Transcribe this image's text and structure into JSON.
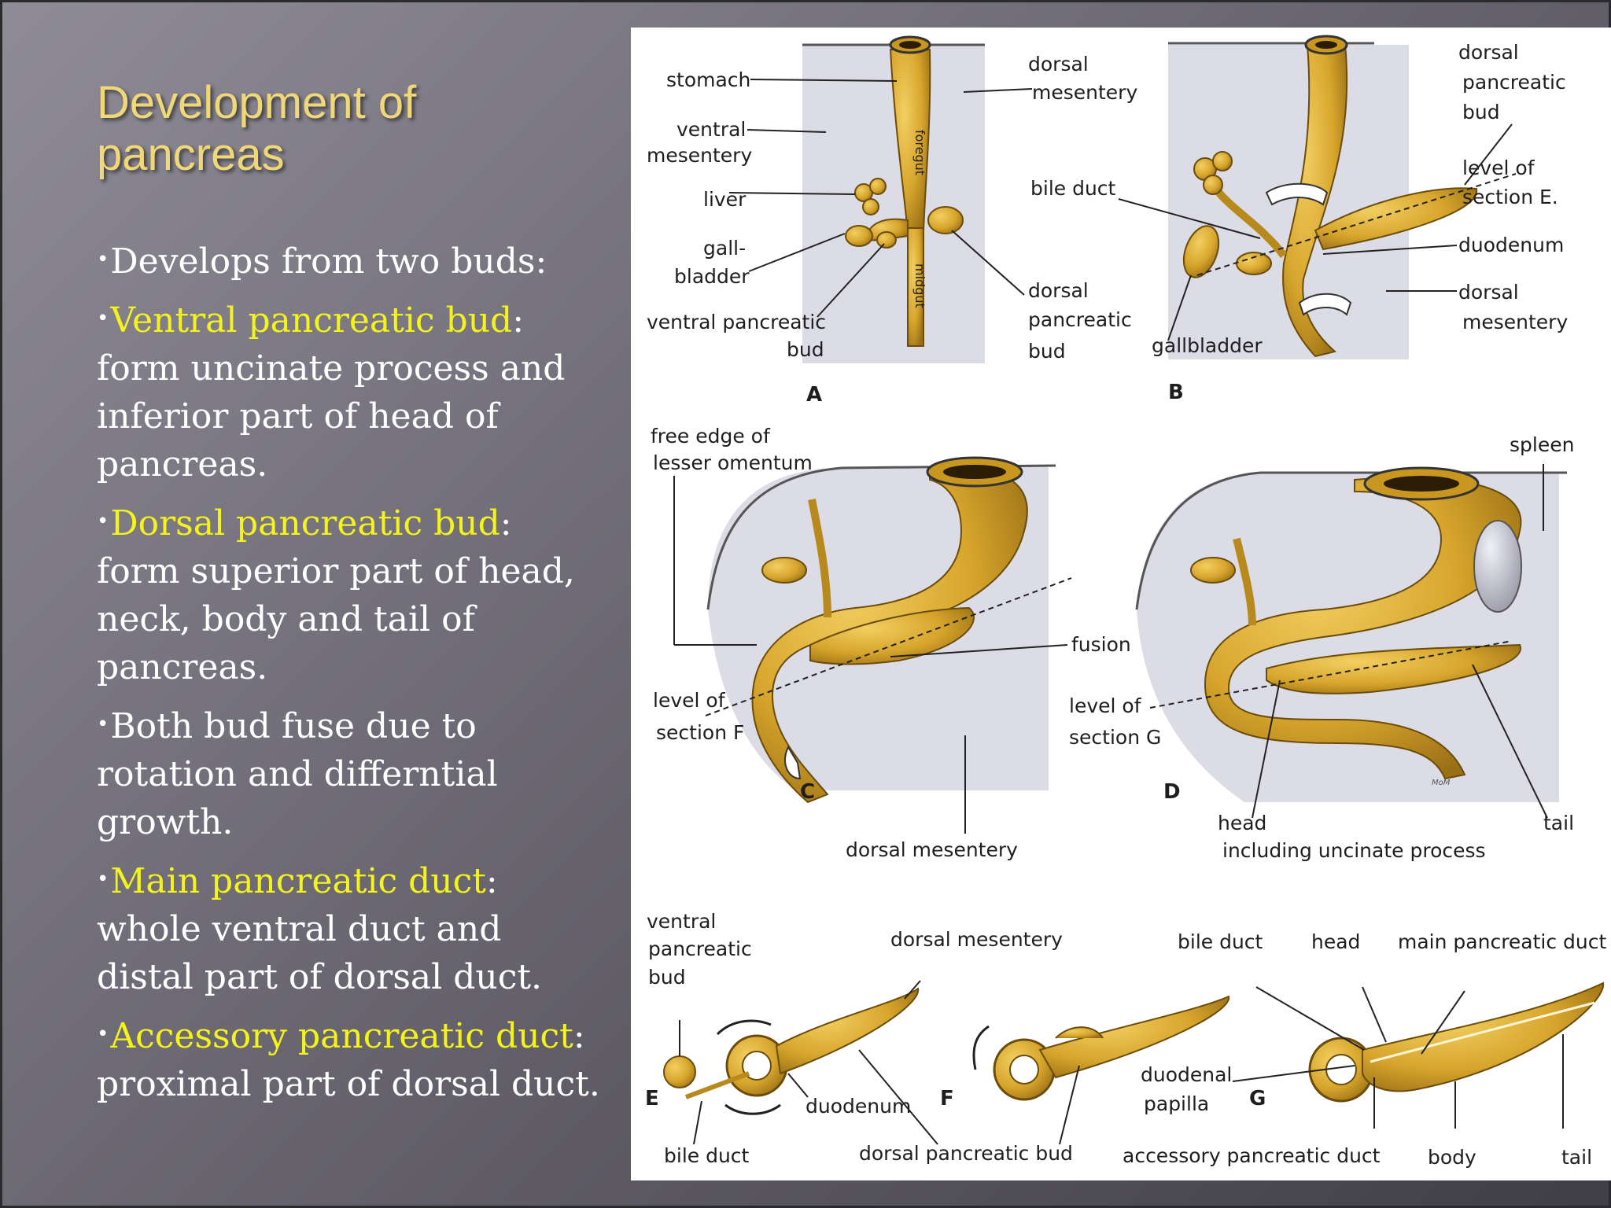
{
  "slide": {
    "title_line1": "Development of",
    "title_line2": "pancreas",
    "bullet_char": "•",
    "bullets": [
      {
        "highlight": "",
        "rest": "Develops from two buds:"
      },
      {
        "highlight": "Ventral pancreatic bud",
        "rest": ": form uncinate process and inferior part of head of pancreas."
      },
      {
        "highlight": "Dorsal pancreatic bud",
        "rest": ": form superior part of head, neck, body and tail of pancreas."
      },
      {
        "highlight": "",
        "rest": "Both bud fuse due to rotation and differntial growth."
      },
      {
        "highlight": "Main pancreatic duct",
        "rest": ": whole ventral duct and distal part of dorsal duct."
      },
      {
        "highlight": "Accessory pancreatic duct",
        "rest": ": proximal part of dorsal duct."
      }
    ]
  },
  "figure": {
    "panels": [
      "A",
      "B",
      "C",
      "D",
      "E",
      "F",
      "G"
    ],
    "foregut_vertical": "foregut",
    "midgut_vertical": "midgut",
    "labels": {
      "stomach": "stomach",
      "ventral_mesentery_1": "ventral",
      "ventral_mesentery_2": "mesentery",
      "liver": "liver",
      "gallbladder_a_1": "gall-",
      "gallbladder_a_2": "bladder",
      "ventral_bud_a_1": "ventral pancreatic",
      "ventral_bud_a_2": "bud",
      "dorsal_mesentery_a_1": "dorsal",
      "dorsal_mesentery_a_2": "mesentery",
      "dorsal_bud_a_1": "dorsal",
      "dorsal_bud_a_2": "pancreatic",
      "dorsal_bud_a_3": "bud",
      "bile_duct_b": "bile duct",
      "gallbladder_b": "gallbladder",
      "dorsal_bud_b_1": "dorsal",
      "dorsal_bud_b_2": "pancreatic",
      "dorsal_bud_b_3": "bud",
      "level_e_1": "level of",
      "level_e_2": "section E.",
      "duodenum_b": "duodenum",
      "dorsal_mesentery_b_1": "dorsal",
      "dorsal_mesentery_b_2": "mesentery",
      "free_edge_1": "free edge of",
      "free_edge_2": "lesser omentum",
      "fusion": "fusion",
      "level_f_1": "level of",
      "level_f_2": "section F",
      "dorsal_mesentery_c": "dorsal mesentery",
      "spleen": "spleen",
      "level_g_1": "level of",
      "level_g_2": "section G",
      "head_d_1": "head",
      "head_d_2": "including uncinate process",
      "tail_d": "tail",
      "ventral_bud_e_1": "ventral",
      "ventral_bud_e_2": "pancreatic",
      "ventral_bud_e_3": "bud",
      "dorsal_mesentery_e": "dorsal mesentery",
      "duodenum_e": "duodenum",
      "bile_duct_e": "bile duct",
      "dorsal_bud_ef": "dorsal pancreatic bud",
      "bile_duct_g": "bile duct",
      "head_g": "head",
      "main_duct_g": "main pancreatic duct",
      "duodenal_papilla_1": "duodenal",
      "duodenal_papilla_2": "papilla",
      "accessory_duct_g": "accessory pancreatic duct",
      "body_g": "body",
      "tail_g": "tail",
      "signature": "MoM"
    }
  }
}
